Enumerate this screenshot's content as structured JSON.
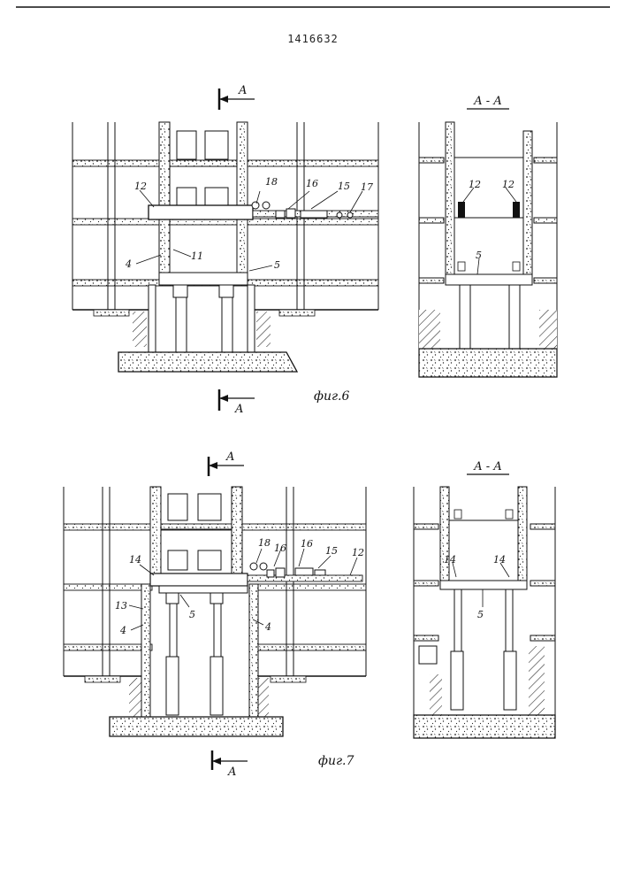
{
  "patent_number": "1416632",
  "fig6": {
    "caption": "фиг.6",
    "section_top": "A",
    "section_bottom": "A",
    "labels": {
      "l12": "12",
      "l18": "18",
      "l16": "16",
      "l15": "15",
      "l17": "17",
      "l4": "4",
      "l11": "11",
      "l5": "5"
    }
  },
  "fig6_section": {
    "title": "A - A",
    "labels": {
      "l12a": "12",
      "l12b": "12",
      "l5": "5"
    }
  },
  "fig7": {
    "caption": "фиг.7",
    "section_top": "A",
    "section_bottom": "A",
    "labels": {
      "l18": "18",
      "l16a": "16",
      "l16b": "16",
      "l15": "15",
      "l12": "12",
      "l14": "14",
      "l13": "13",
      "l4a": "4",
      "l5": "5",
      "l4b": "4"
    }
  },
  "fig7_section": {
    "title": "A - A",
    "labels": {
      "l14a": "14",
      "l14b": "14",
      "l5": "5"
    }
  }
}
